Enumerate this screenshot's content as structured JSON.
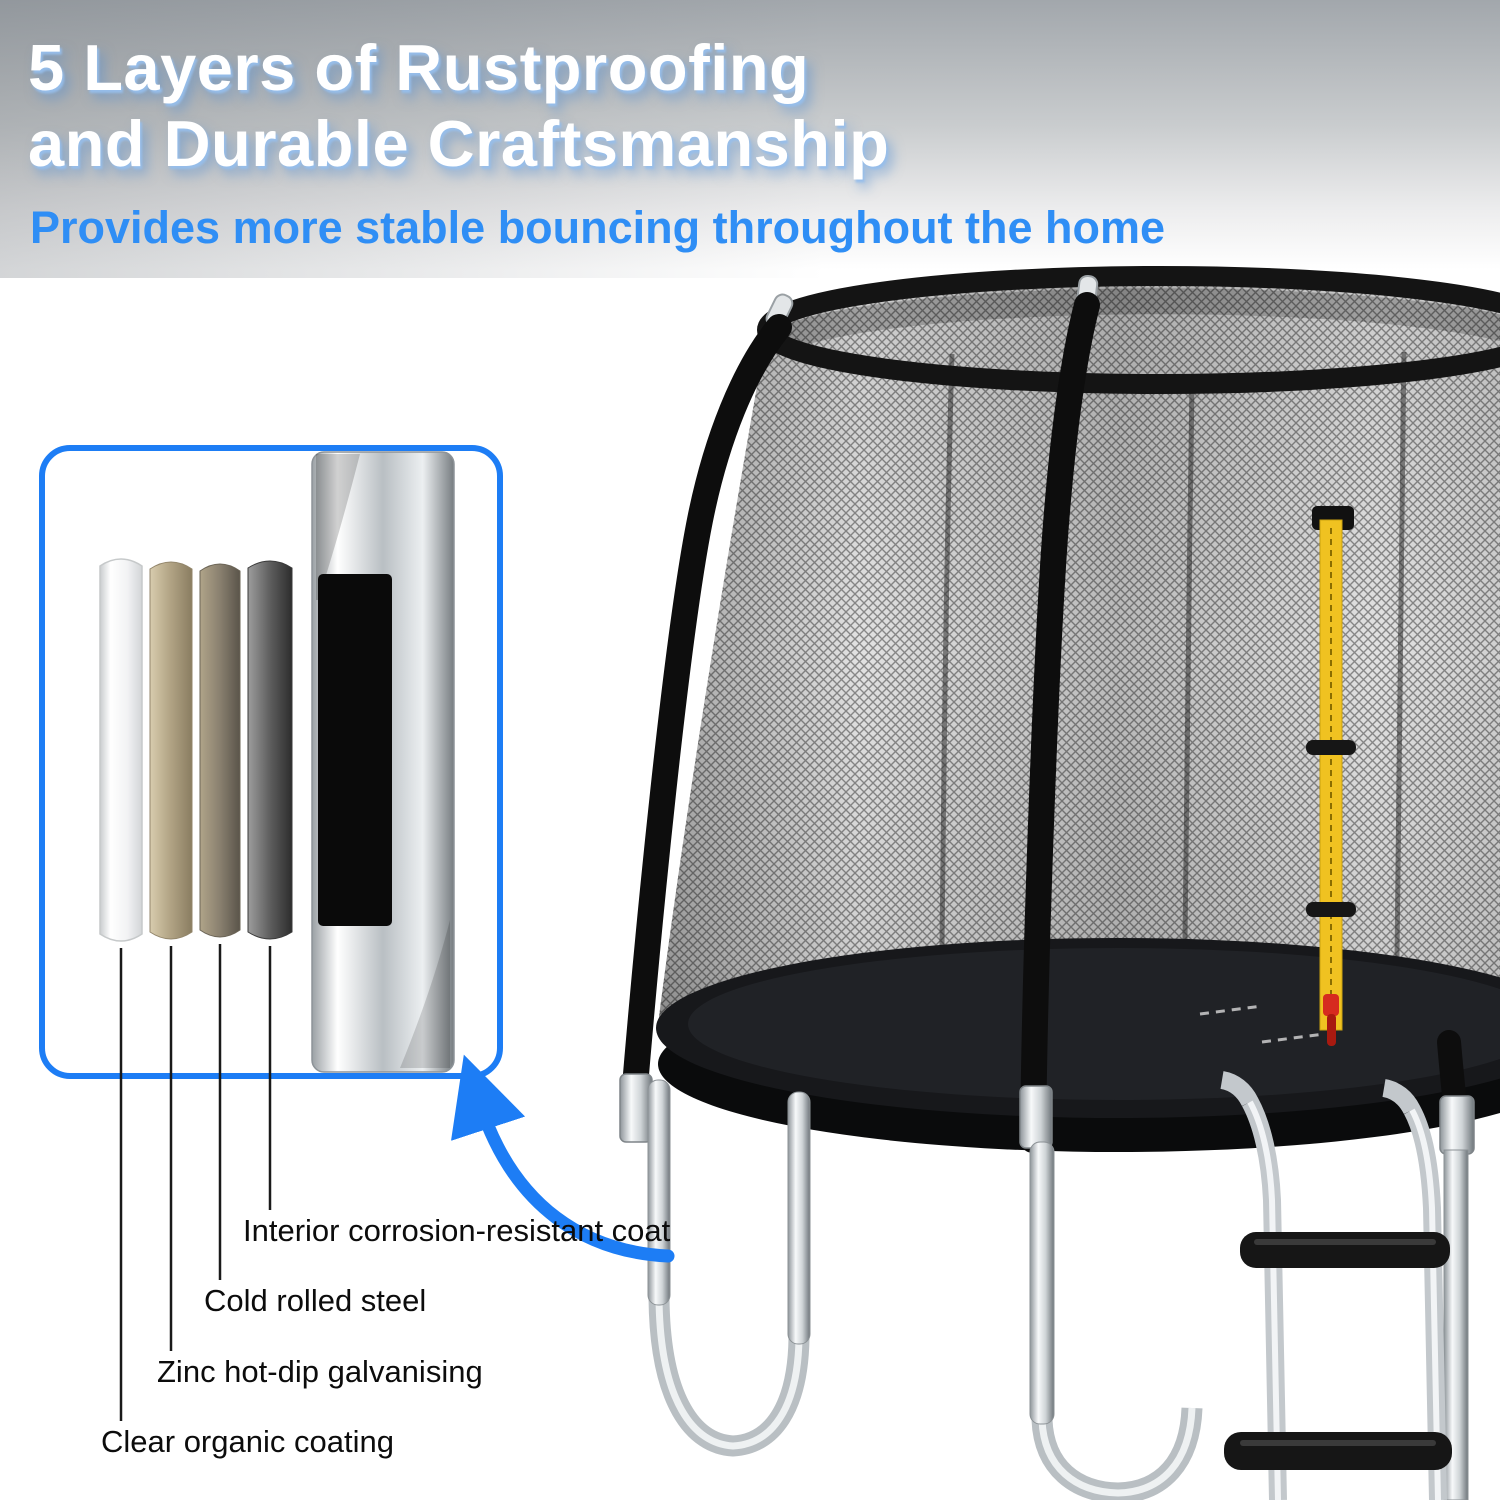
{
  "header": {
    "title_line1": "5 Layers of Rustproofing",
    "title_line2": "and Durable Craftsmanship",
    "subtitle": "Provides more stable bouncing throughout the home"
  },
  "layers": [
    {
      "label": "Clear organic coating",
      "swatch": "#f4f5f5"
    },
    {
      "label": "Zinc hot-dip galvanising",
      "swatch": "#b4a687"
    },
    {
      "label": "Cold rolled steel",
      "swatch": "#8a8070"
    },
    {
      "label": "Interior corrosion-resistant coat",
      "swatch": "#5f5f5f"
    }
  ],
  "colors": {
    "accent_blue": "#1d7df5",
    "subtitle_blue": "#2f8ef5",
    "title_white": "#ffffff",
    "title_shadow_blue": "#8ab6e8",
    "banner_gray": "#a2a7ac",
    "net_gray": "#8f8f8f",
    "frame_black": "#141414",
    "chrome_silver": "#c6cbce",
    "zipper_yellow": "#f0c221",
    "zipper_pull_red": "#d62b1f",
    "label_black": "#0c0c0c"
  }
}
